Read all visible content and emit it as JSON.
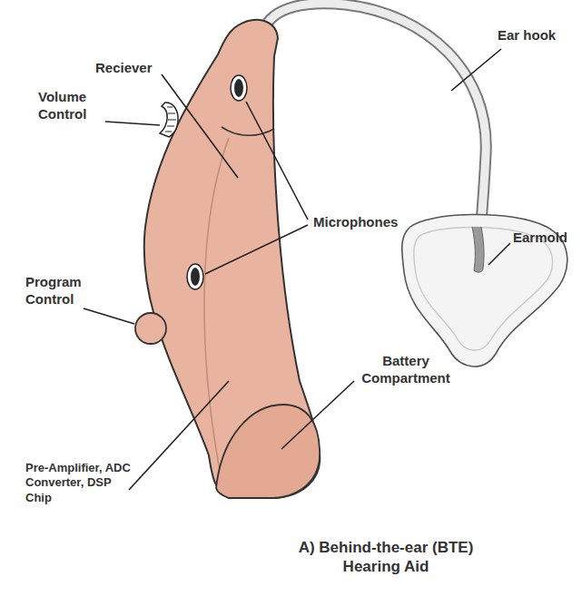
{
  "diagram": {
    "caption": "A) Behind-the-ear (BTE) Hearing Aid",
    "labels": [
      "Ear hook",
      "Reciever",
      "Volume Control",
      "Microphones",
      "Earmold",
      "Program Control",
      "Battery Compartment",
      "Pre-Amplifier, ADC Converter, DSP Chip"
    ]
  }
}
